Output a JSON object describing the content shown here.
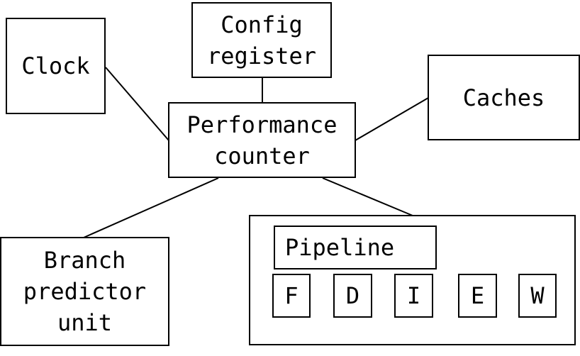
{
  "nodes": {
    "config_register": "Config\nregister",
    "clock": "Clock",
    "caches": "Caches",
    "performance_counter": "Performance\ncounter",
    "branch_predictor": "Branch\npredictor\nunit",
    "pipeline": {
      "title": "Pipeline",
      "stages": [
        "F",
        "D",
        "I",
        "E",
        "W"
      ]
    }
  },
  "edges": [
    {
      "from": "clock",
      "to": "performance_counter"
    },
    {
      "from": "config_register",
      "to": "performance_counter"
    },
    {
      "from": "caches",
      "to": "performance_counter"
    },
    {
      "from": "branch_predictor",
      "to": "performance_counter"
    },
    {
      "from": "pipeline",
      "to": "performance_counter"
    }
  ]
}
